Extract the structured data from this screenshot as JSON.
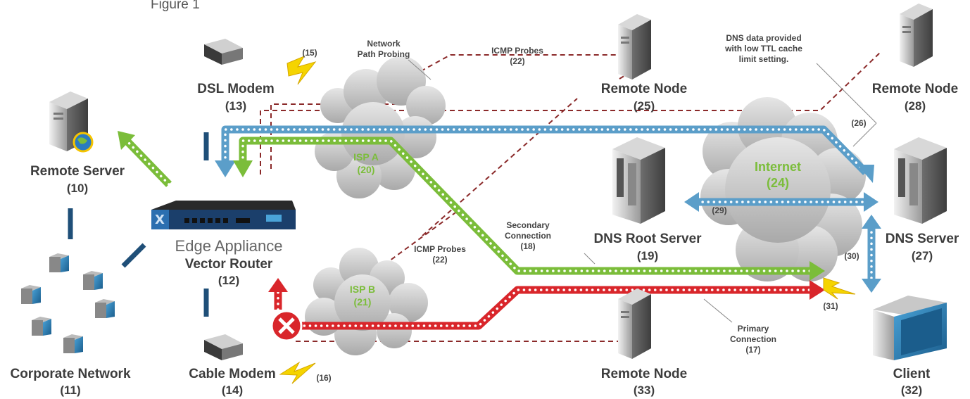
{
  "figure_title": "Figure 1",
  "nodes": {
    "remote_server": {
      "name": "Remote Server",
      "num": "(10)"
    },
    "corporate_network": {
      "name": "Corporate Network",
      "num": "(11)"
    },
    "edge_appliance": {
      "line1": "Edge Appliance",
      "line2": "Vector Router",
      "num": "(12)"
    },
    "dsl_modem": {
      "name": "DSL Modem",
      "num": "(13)"
    },
    "cable_modem": {
      "name": "Cable Modem",
      "num": "(14)"
    },
    "isp_a": {
      "name": "ISP A",
      "num": "(20)"
    },
    "isp_b": {
      "name": "ISP B",
      "num": "(21)"
    },
    "internet": {
      "name": "Internet",
      "num": "(24)"
    },
    "remote_node_25": {
      "name": "Remote Node",
      "num": "(25)"
    },
    "remote_node_28": {
      "name": "Remote Node",
      "num": "(28)"
    },
    "remote_node_33": {
      "name": "Remote Node",
      "num": "(33)"
    },
    "dns_root": {
      "name": "DNS Root Server",
      "num": "(19)"
    },
    "dns_server": {
      "name": "DNS Server",
      "num": "(27)"
    },
    "client": {
      "name": "Client",
      "num": "(32)"
    }
  },
  "annotations": {
    "path_probing": {
      "line1": "Network",
      "line2": "Path Probing"
    },
    "icmp_top": {
      "line1": "ICMP Probes",
      "line2": "(22)"
    },
    "icmp_mid": {
      "line1": "ICMP Probes",
      "line2": "(22)"
    },
    "dns_note": {
      "line1": "DNS data provided",
      "line2": "with low TTL cache",
      "line3": "limit setting."
    },
    "secondary": {
      "line1": "Secondary",
      "line2": "Connection",
      "line3": "(18)"
    },
    "primary": {
      "line1": "Primary",
      "line2": "Connection",
      "line3": "(17)"
    },
    "ref15": "(15)",
    "ref16": "(16)",
    "ref26": "(26)",
    "ref29": "(29)",
    "ref30": "(30)",
    "ref31": "(31)"
  },
  "colors": {
    "blue_path": "#5b9ec9",
    "green_path": "#7bbd3a",
    "red_path": "#d9262b",
    "probe_line": "#8b2a2a",
    "cloud": "#c8c8c8",
    "link_bar": "#1f4f78",
    "lightning": "#f5d400"
  }
}
